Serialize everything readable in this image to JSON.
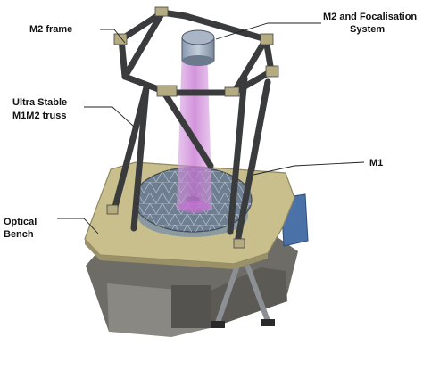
{
  "labels": {
    "m2_frame": "M2 frame",
    "m2_focal_line1": "M2 and Focalisation",
    "m2_focal_line2": "System",
    "truss_line1": "Ultra Stable",
    "truss_line2": "M1M2 truss",
    "m1": "M1",
    "bench_line1": "Optical",
    "bench_line2": "Bench"
  },
  "colors": {
    "bench_top": "#c9bf8c",
    "bench_edge": "#8f8860",
    "bench_body": "#7d7b74",
    "strut": "#3a3b3d",
    "mirror": "#6f7f92",
    "beam": "#c97fd1",
    "blue_box": "#4b72a8"
  }
}
